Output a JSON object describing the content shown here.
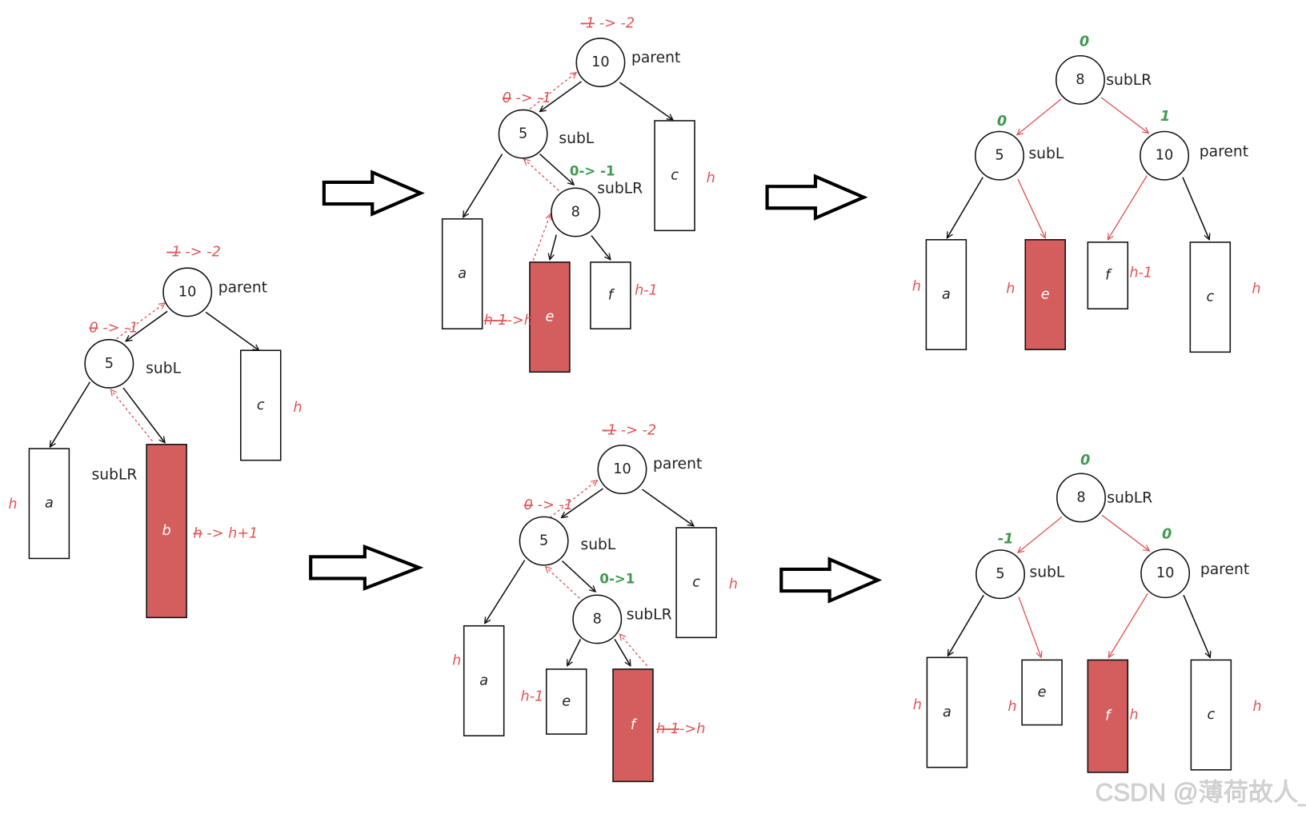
{
  "colors": {
    "highlight": "#d45d5d",
    "red_text": "#e05555",
    "green_text": "#3f9a4f",
    "stroke": "#111111"
  },
  "panels": [
    {
      "id": "before",
      "nodes": [
        {
          "value": "10",
          "role": "parent"
        },
        {
          "value": "5",
          "role": "subL"
        }
      ],
      "extra_labels": [
        "subLR"
      ],
      "boxes": [
        {
          "letter": "a",
          "height": "h"
        },
        {
          "letter": "b",
          "height_struck": "h",
          "height": " -> h+1",
          "highlighted": true
        },
        {
          "letter": "c",
          "height": "h"
        }
      ],
      "balance": [
        {
          "struck": "-1",
          "rest": " -> -2"
        },
        {
          "struck": "0",
          "rest": " -> -1"
        }
      ]
    },
    {
      "id": "case-e",
      "nodes": [
        {
          "value": "10",
          "role": "parent"
        },
        {
          "value": "5",
          "role": "subL"
        },
        {
          "value": "8",
          "role": "subLR"
        }
      ],
      "boxes": [
        {
          "letter": "a",
          "height": ""
        },
        {
          "letter": "e",
          "height_struck": "h-1",
          "height": "->h",
          "highlighted": true
        },
        {
          "letter": "f",
          "height": "h-1"
        },
        {
          "letter": "c",
          "height": "h"
        }
      ],
      "balance": [
        {
          "struck": "-1",
          "rest": " -> -2"
        },
        {
          "struck": "0",
          "rest": " -> -1"
        }
      ],
      "green_balance": [
        "0-> -1"
      ]
    },
    {
      "id": "case-f",
      "nodes": [
        {
          "value": "10",
          "role": "parent"
        },
        {
          "value": "5",
          "role": "subL"
        },
        {
          "value": "8",
          "role": "subLR"
        }
      ],
      "boxes": [
        {
          "letter": "a",
          "height": "h"
        },
        {
          "letter": "e",
          "height": "h-1"
        },
        {
          "letter": "f",
          "height_struck": "h-1",
          "height": "->h",
          "highlighted": true
        },
        {
          "letter": "c",
          "height": "h"
        }
      ],
      "balance": [
        {
          "struck": "-1",
          "rest": " -> -2"
        },
        {
          "struck": "0",
          "rest": " -> -1"
        }
      ],
      "green_balance": [
        "0->1"
      ]
    },
    {
      "id": "result-e",
      "nodes": [
        {
          "value": "8",
          "role": "subLR"
        },
        {
          "value": "5",
          "role": "subL"
        },
        {
          "value": "10",
          "role": "parent"
        }
      ],
      "boxes": [
        {
          "letter": "a",
          "height": "h"
        },
        {
          "letter": "e",
          "height": "h",
          "highlighted": true
        },
        {
          "letter": "f",
          "height": "h-1"
        },
        {
          "letter": "c",
          "height": "h"
        }
      ],
      "green_balance": [
        "0",
        "0",
        "1"
      ]
    },
    {
      "id": "result-f",
      "nodes": [
        {
          "value": "8",
          "role": "subLR"
        },
        {
          "value": "5",
          "role": "subL"
        },
        {
          "value": "10",
          "role": "parent"
        }
      ],
      "boxes": [
        {
          "letter": "a",
          "height": "h"
        },
        {
          "letter": "e",
          "height": "h"
        },
        {
          "letter": "f",
          "height": "h",
          "highlighted": true
        },
        {
          "letter": "c",
          "height": "h"
        }
      ],
      "green_balance": [
        "0",
        "-1",
        "0"
      ]
    }
  ],
  "watermark": "CSDN @薄荷故人_"
}
